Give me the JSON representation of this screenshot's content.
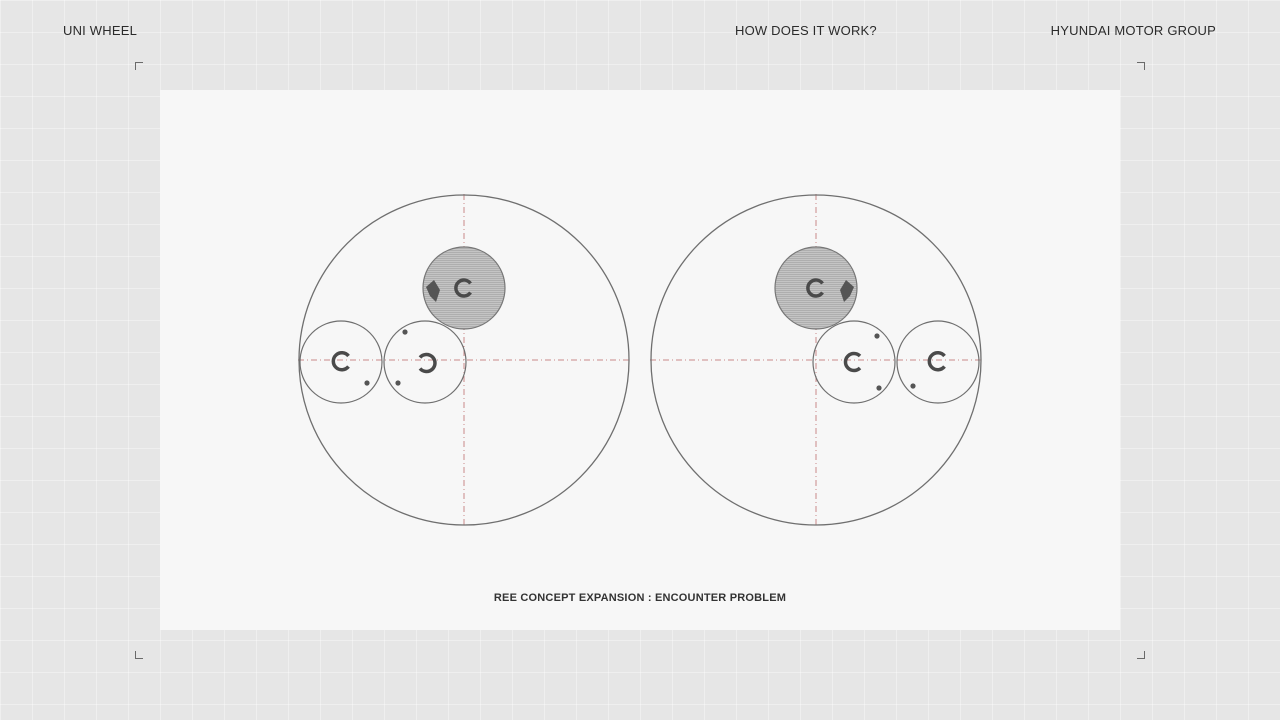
{
  "header": {
    "left_label": "UNI WHEEL",
    "center_label": "HOW DOES IT WORK?",
    "right_label": "HYUNDAI MOTOR GROUP"
  },
  "diagram": {
    "caption": "REE CONCEPT EXPANSION : ENCOUNTER PROBLEM",
    "colors": {
      "background": "#e6e6e6",
      "panel": "#f7f7f7",
      "outline": "#6f6f6f",
      "axis": "#c98a8a",
      "hatched_gear": "#bdbdbd"
    }
  }
}
